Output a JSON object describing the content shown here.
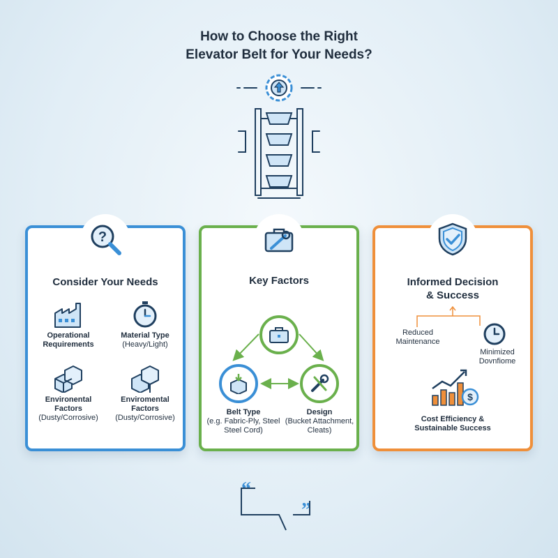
{
  "title": {
    "line1": "How to Choose the Right",
    "line2": "Elevator Belt for Your Needs?"
  },
  "cards": {
    "needs": {
      "title": "Consider Your Needs",
      "items": [
        {
          "line1": "Operational",
          "line2": "Requirements",
          "icon": "factory-icon"
        },
        {
          "line1": "Material Type",
          "line2": "(Heavy/Light)",
          "icon": "stopwatch-icon"
        },
        {
          "line1": "Environental",
          "line2": "Factors",
          "line3": "(Dusty/Corrosive)",
          "icon": "boxes-icon"
        },
        {
          "line1": "Enviromental",
          "line2": "Factors",
          "line3": "(Dusty/Corrosive)",
          "icon": "boxes-icon"
        }
      ]
    },
    "factors": {
      "title": "Key Factors",
      "belt": {
        "title": "Belt Type",
        "line1": "(e.g. Fabric-Ply, Steel",
        "line2": "Steel Cord)"
      },
      "design": {
        "title": "Design",
        "line1": "(Bucket Attachment,",
        "line2": "Cleats)"
      }
    },
    "decision": {
      "title_line1": "Informed Decision",
      "title_line2": "& Success",
      "reduced": {
        "line1": "Reduced",
        "line2": "Maintenance"
      },
      "minimized": {
        "line1": "Minimized",
        "line2": "Dovnfiome"
      },
      "cost": {
        "line1": "Cost Efficiency &",
        "line2": "Sustainable Success"
      }
    }
  },
  "colors": {
    "blue": "#3a8fd6",
    "green": "#6ab04c",
    "orange": "#ef8f3a",
    "navy": "#1f3f5f"
  }
}
